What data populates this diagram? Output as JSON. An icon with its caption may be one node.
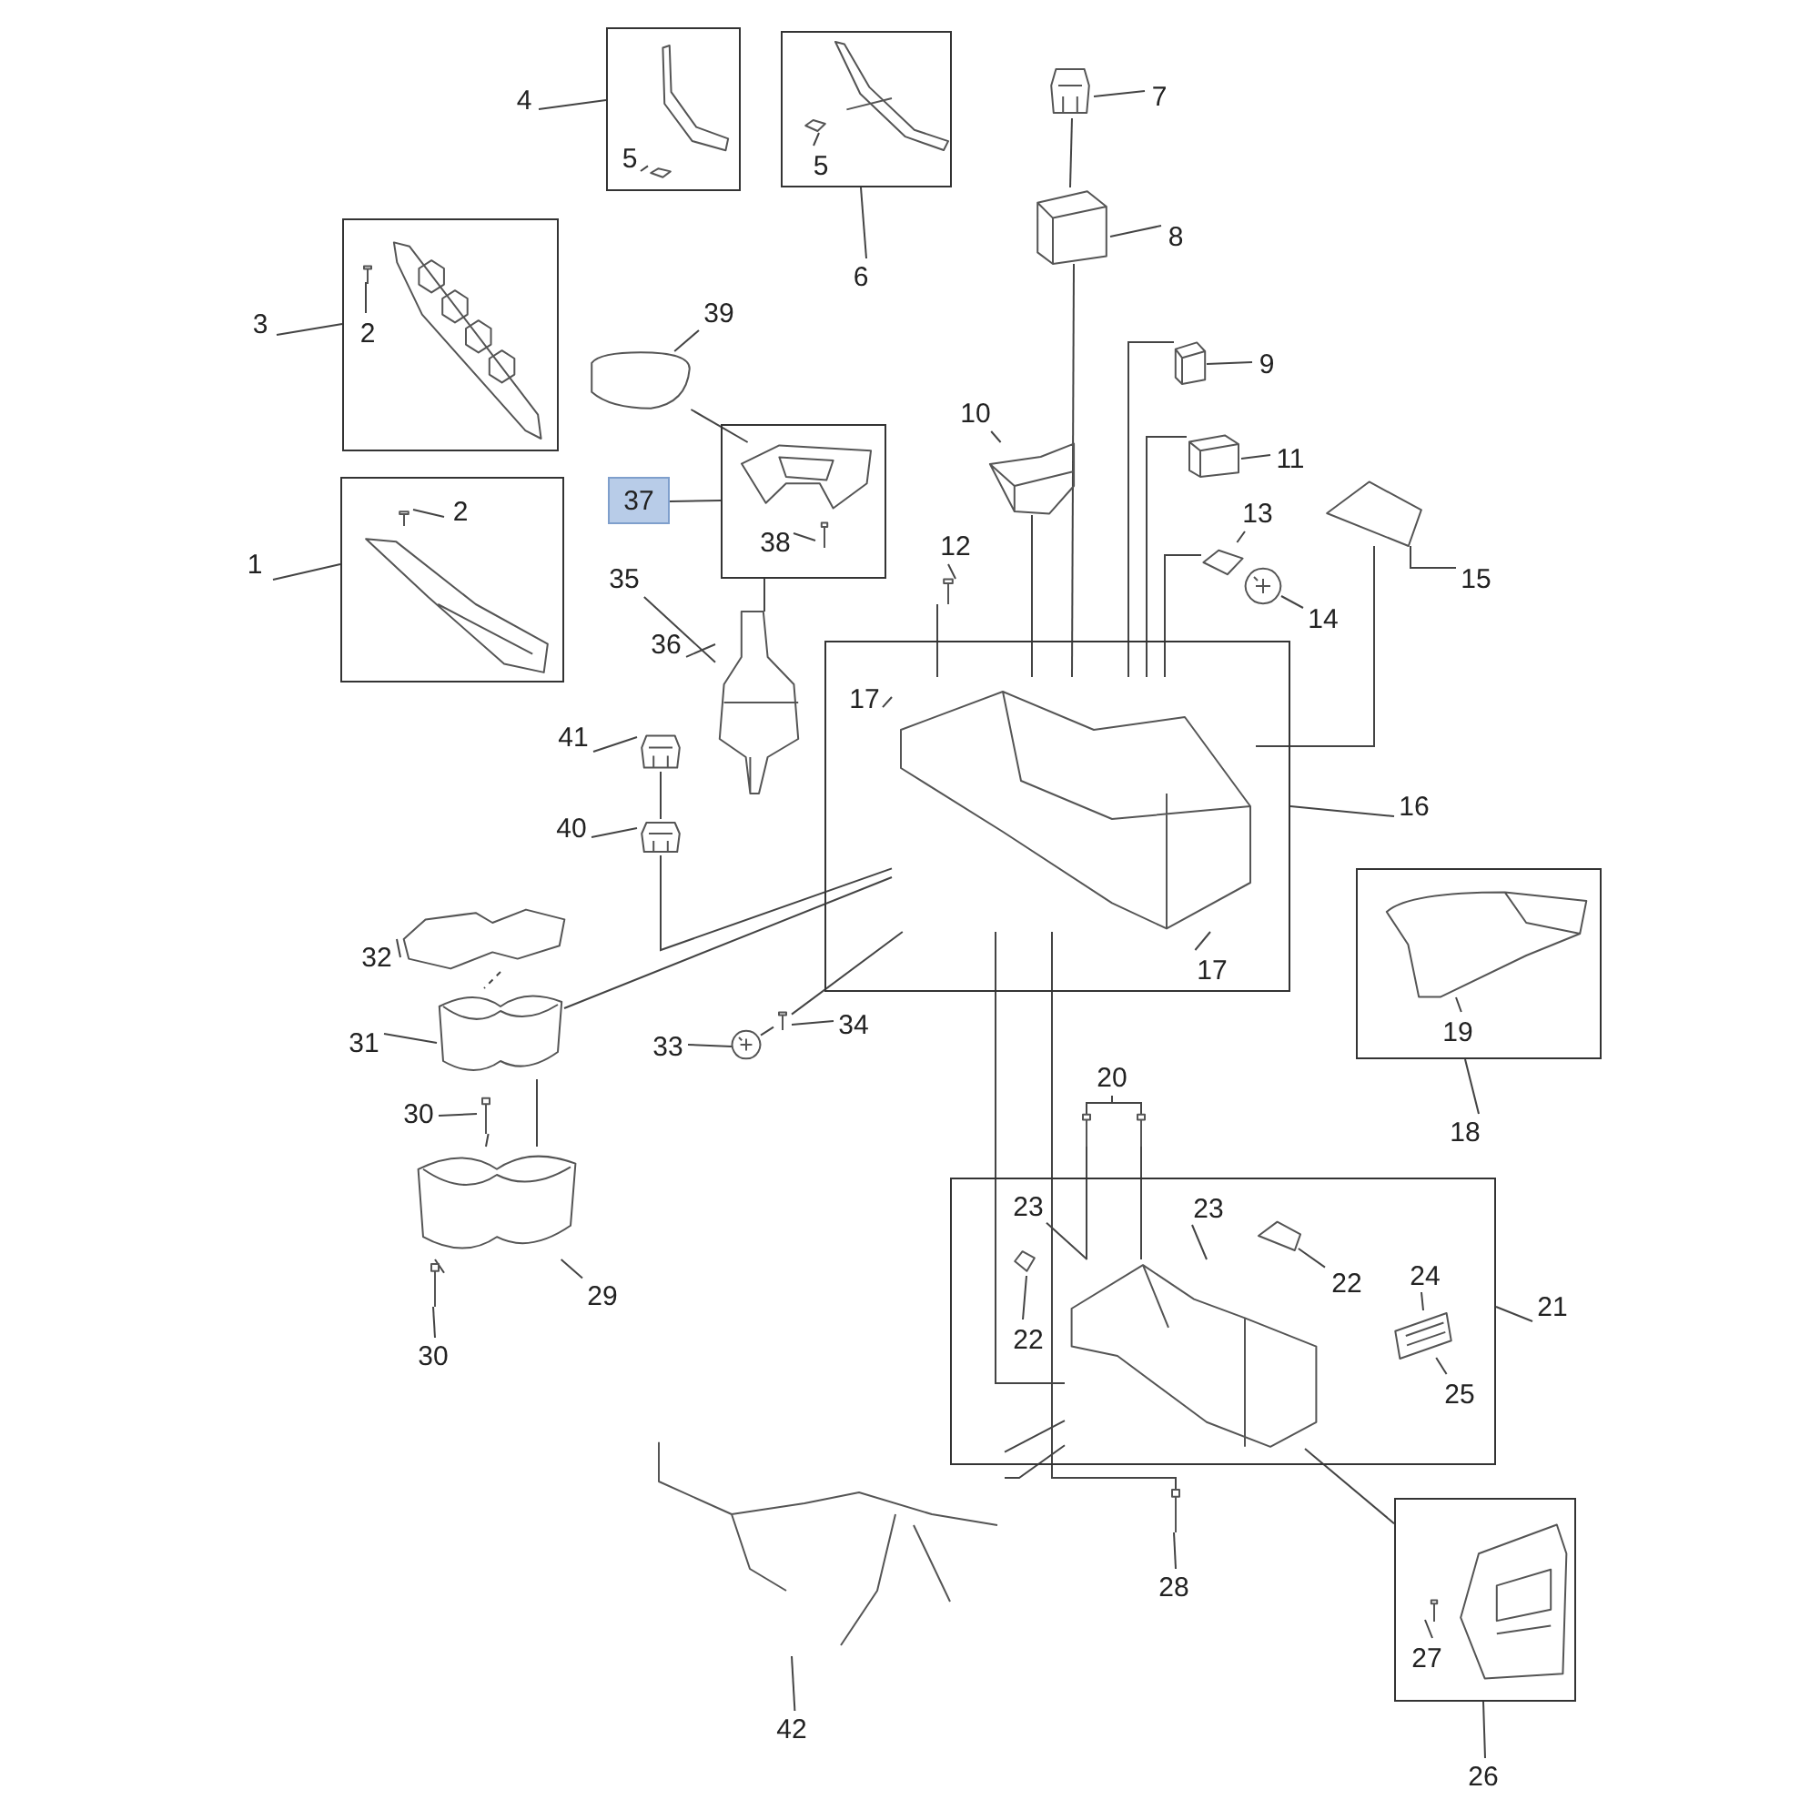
{
  "diagram": {
    "nodes": [
      {
        "text": [],
        "shape": "box"
      },
      {
        "text": [
          "1"
        ]
      },
      {
        "text": [
          "2"
        ],
        "in": 0
      },
      {
        "text": [],
        "shape": "picture",
        "in": 0
      },
      {
        "text": [],
        "shape": "picture",
        "in": 0
      },
      {
        "text": [],
        "shape": "box"
      },
      {
        "text": [
          "3"
        ]
      },
      {
        "text": [
          "2"
        ],
        "in": 5
      },
      {
        "text": [],
        "shape": "picture",
        "in": 5
      },
      {
        "text": [],
        "shape": "picture",
        "in": 5
      },
      {
        "text": [],
        "shape": "box"
      },
      {
        "text": [
          "4"
        ]
      },
      {
        "text": [
          "5"
        ],
        "in": 10
      },
      {
        "text": [],
        "shape": "picture",
        "in": 10
      },
      {
        "text": [],
        "shape": "picture",
        "in": 10
      },
      {
        "text": [],
        "shape": "box"
      },
      {
        "text": [
          "6"
        ]
      },
      {
        "text": [
          "5"
        ],
        "in": 15
      },
      {
        "text": [],
        "shape": "picture",
        "in": 15
      },
      {
        "text": [],
        "shape": "picture",
        "in": 15
      },
      {
        "text": [],
        "shape": "picture"
      },
      {
        "text": [
          "7"
        ]
      },
      {
        "text": [],
        "shape": "picture"
      },
      {
        "text": [
          "8"
        ]
      },
      {
        "text": [],
        "shape": "picture"
      },
      {
        "text": [
          "9"
        ]
      },
      {
        "text": [],
        "shape": "picture"
      },
      {
        "text": [
          "10"
        ]
      },
      {
        "text": [],
        "shape": "picture"
      },
      {
        "text": [
          "11"
        ]
      },
      {
        "text": [],
        "shape": "picture"
      },
      {
        "text": [
          "12"
        ]
      },
      {
        "text": [],
        "shape": "picture"
      },
      {
        "text": [
          "13"
        ]
      },
      {
        "text": [],
        "shape": "picture"
      },
      {
        "text": [
          "14"
        ]
      },
      {
        "text": [],
        "shape": "picture"
      },
      {
        "text": [
          "15"
        ]
      },
      {
        "text": [],
        "shape": "box"
      },
      {
        "text": [
          "16"
        ]
      },
      {
        "text": [],
        "shape": "picture",
        "in": 38
      },
      {
        "text": [
          "17"
        ],
        "in": 38
      },
      {
        "text": [
          "17"
        ],
        "in": 38
      },
      {
        "text": [],
        "shape": "picture"
      },
      {
        "text": [
          "39"
        ]
      },
      {
        "text": [],
        "shape": "box"
      },
      {
        "text": [
          "37"
        ]
      },
      {
        "text": [],
        "shape": "picture",
        "in": 45
      },
      {
        "text": [
          "38"
        ],
        "in": 45
      },
      {
        "text": [],
        "shape": "picture",
        "in": 45
      },
      {
        "text": [],
        "shape": "picture"
      },
      {
        "text": [
          "35"
        ]
      },
      {
        "text": [
          "36"
        ]
      },
      {
        "text": [],
        "shape": "picture"
      },
      {
        "text": [
          "41"
        ]
      },
      {
        "text": [],
        "shape": "picture"
      },
      {
        "text": [
          "40"
        ]
      },
      {
        "text": [],
        "shape": "picture"
      },
      {
        "text": [
          "32"
        ]
      },
      {
        "text": [],
        "shape": "picture"
      },
      {
        "text": [
          "31"
        ]
      },
      {
        "text": [],
        "shape": "picture"
      },
      {
        "text": [
          "33"
        ]
      },
      {
        "text": [],
        "shape": "picture"
      },
      {
        "text": [
          "34"
        ]
      },
      {
        "text": [],
        "shape": "picture"
      },
      {
        "text": [
          "30"
        ]
      },
      {
        "text": [],
        "shape": "picture"
      },
      {
        "text": [
          "29"
        ]
      },
      {
        "text": [],
        "shape": "picture"
      },
      {
        "text": [
          "30"
        ]
      },
      {
        "text": [],
        "shape": "box"
      },
      {
        "text": [
          "18"
        ]
      },
      {
        "text": [],
        "shape": "picture",
        "in": 71
      },
      {
        "text": [
          "19"
        ],
        "in": 71
      },
      {
        "text": [
          "20"
        ]
      },
      {
        "text": [],
        "shape": "picture"
      },
      {
        "text": [],
        "shape": "picture"
      },
      {
        "text": [],
        "shape": "box"
      },
      {
        "text": [
          "21"
        ]
      },
      {
        "text": [],
        "shape": "picture",
        "in": 78
      },
      {
        "text": [
          "23"
        ],
        "in": 78
      },
      {
        "text": [
          "23"
        ],
        "in": 78
      },
      {
        "text": [],
        "shape": "picture",
        "in": 78
      },
      {
        "text": [
          "22"
        ],
        "in": 78
      },
      {
        "text": [],
        "shape": "picture",
        "in": 78
      },
      {
        "text": [
          "22"
        ],
        "in": 78
      },
      {
        "text": [],
        "shape": "picture",
        "in": 78
      },
      {
        "text": [
          "24"
        ],
        "in": 78
      },
      {
        "text": [
          "25"
        ],
        "in": 78
      },
      {
        "text": [],
        "shape": "picture"
      },
      {
        "text": [
          "28"
        ]
      },
      {
        "text": [],
        "shape": "picture"
      },
      {
        "text": [
          "42"
        ]
      },
      {
        "text": [],
        "shape": "box"
      },
      {
        "text": [
          "26"
        ]
      },
      {
        "text": [],
        "shape": "picture",
        "in": 94
      },
      {
        "text": [
          "27"
        ],
        "in": 94
      },
      {
        "text": [],
        "shape": "picture",
        "in": 94
      }
    ],
    "edges": [
      {
        "from": 1,
        "to": 0,
        "arrow": "none"
      },
      {
        "from": 2,
        "to": 3,
        "arrow": "none"
      },
      {
        "from": 6,
        "to": 5,
        "arrow": "none"
      },
      {
        "from": 7,
        "to": 8,
        "arrow": "none"
      },
      {
        "from": 11,
        "to": 10,
        "arrow": "none"
      },
      {
        "from": 12,
        "to": 13,
        "arrow": "none"
      },
      {
        "from": 16,
        "to": 15,
        "arrow": "none"
      },
      {
        "from": 17,
        "to": 18,
        "arrow": "none"
      },
      {
        "from": 21,
        "to": 20,
        "arrow": "none"
      },
      {
        "from": 23,
        "to": 22,
        "arrow": "none"
      },
      {
        "from": 25,
        "to": 24,
        "arrow": "none"
      },
      {
        "from": 27,
        "to": 26,
        "arrow": "none"
      },
      {
        "from": 29,
        "to": 28,
        "arrow": "none"
      },
      {
        "from": 31,
        "to": 30,
        "arrow": "none"
      },
      {
        "from": 33,
        "to": 32,
        "arrow": "none"
      },
      {
        "from": 35,
        "to": 34,
        "arrow": "none"
      },
      {
        "from": 37,
        "to": 36,
        "arrow": "none"
      },
      {
        "from": 39,
        "to": 38,
        "arrow": "none"
      },
      {
        "from": 41,
        "to": 40,
        "arrow": "none"
      },
      {
        "from": 42,
        "to": 40,
        "arrow": "none"
      },
      {
        "from": 44,
        "to": 43,
        "arrow": "none"
      },
      {
        "from": 46,
        "to": 45,
        "arrow": "none"
      },
      {
        "from": 48,
        "to": 49,
        "arrow": "none"
      },
      {
        "from": 51,
        "to": 50,
        "arrow": "none"
      },
      {
        "from": 52,
        "to": 50,
        "arrow": "none"
      },
      {
        "from": 54,
        "to": 53,
        "arrow": "none"
      },
      {
        "from": 56,
        "to": 55,
        "arrow": "none"
      },
      {
        "from": 58,
        "to": 57,
        "arrow": "none"
      },
      {
        "from": 60,
        "to": 59,
        "arrow": "none"
      },
      {
        "from": 62,
        "to": 61,
        "arrow": "none"
      },
      {
        "from": 64,
        "to": 63,
        "arrow": "none"
      },
      {
        "from": 66,
        "to": 65,
        "arrow": "none"
      },
      {
        "from": 68,
        "to": 67,
        "arrow": "none"
      },
      {
        "from": 70,
        "to": 69,
        "arrow": "none"
      },
      {
        "from": 72,
        "to": 71,
        "arrow": "none"
      },
      {
        "from": 74,
        "to": 73,
        "arrow": "none"
      },
      {
        "from": 75,
        "to": 76,
        "arrow": "none"
      },
      {
        "from": 75,
        "to": 77,
        "arrow": "none"
      },
      {
        "from": 79,
        "to": 78,
        "arrow": "none"
      },
      {
        "from": 81,
        "to": 80,
        "arrow": "none"
      },
      {
        "from": 82,
        "to": 80,
        "arrow": "none"
      },
      {
        "from": 84,
        "to": 83,
        "arrow": "none"
      },
      {
        "from": 86,
        "to": 85,
        "arrow": "none"
      },
      {
        "from": 88,
        "to": 87,
        "arrow": "none"
      },
      {
        "from": 89,
        "to": 87,
        "arrow": "none"
      },
      {
        "from": 91,
        "to": 90,
        "arrow": "none"
      },
      {
        "from": 93,
        "to": 92,
        "arrow": "none"
      },
      {
        "from": 95,
        "to": 94,
        "arrow": "none"
      },
      {
        "from": 97,
        "to": 98,
        "arrow": "none"
      },
      {
        "from": 20,
        "to": 22,
        "arrow": "none"
      },
      {
        "from": 22,
        "to": 40,
        "arrow": "none"
      },
      {
        "from": 24,
        "to": 40,
        "arrow": "none"
      },
      {
        "from": 26,
        "to": 40,
        "arrow": "none"
      },
      {
        "from": 28,
        "to": 40,
        "arrow": "none"
      },
      {
        "from": 30,
        "to": 40,
        "arrow": "none"
      },
      {
        "from": 32,
        "to": 40,
        "arrow": "none"
      },
      {
        "from": 36,
        "to": 40,
        "arrow": "none"
      },
      {
        "from": 43,
        "to": 47,
        "arrow": "none"
      },
      {
        "from": 45,
        "to": 50,
        "arrow": "none"
      },
      {
        "from": 53,
        "to": 55,
        "arrow": "none"
      },
      {
        "from": 55,
        "to": 40,
        "arrow": "none"
      },
      {
        "from": 57,
        "to": 59,
        "arrow": "none",
        "style": "dashed"
      },
      {
        "from": 59,
        "to": 40,
        "arrow": "none"
      },
      {
        "from": 63,
        "to": 40,
        "arrow": "none"
      },
      {
        "from": 61,
        "to": 63,
        "arrow": "none"
      },
      {
        "from": 59,
        "to": 67,
        "arrow": "none"
      },
      {
        "from": 65,
        "to": 67,
        "arrow": "none"
      },
      {
        "from": 69,
        "to": 67,
        "arrow": "none"
      },
      {
        "from": 40,
        "to": 80,
        "arrow": "none"
      },
      {
        "from": 40,
        "to": 90,
        "arrow": "none"
      },
      {
        "from": 76,
        "to": 80,
        "arrow": "none"
      },
      {
        "from": 77,
        "to": 80,
        "arrow": "none"
      },
      {
        "from": 92,
        "to": 80,
        "arrow": "none"
      },
      {
        "from": 92,
        "to": 80,
        "arrow": "none"
      },
      {
        "from": 80,
        "to": 94,
        "arrow": "none"
      }
    ]
  }
}
